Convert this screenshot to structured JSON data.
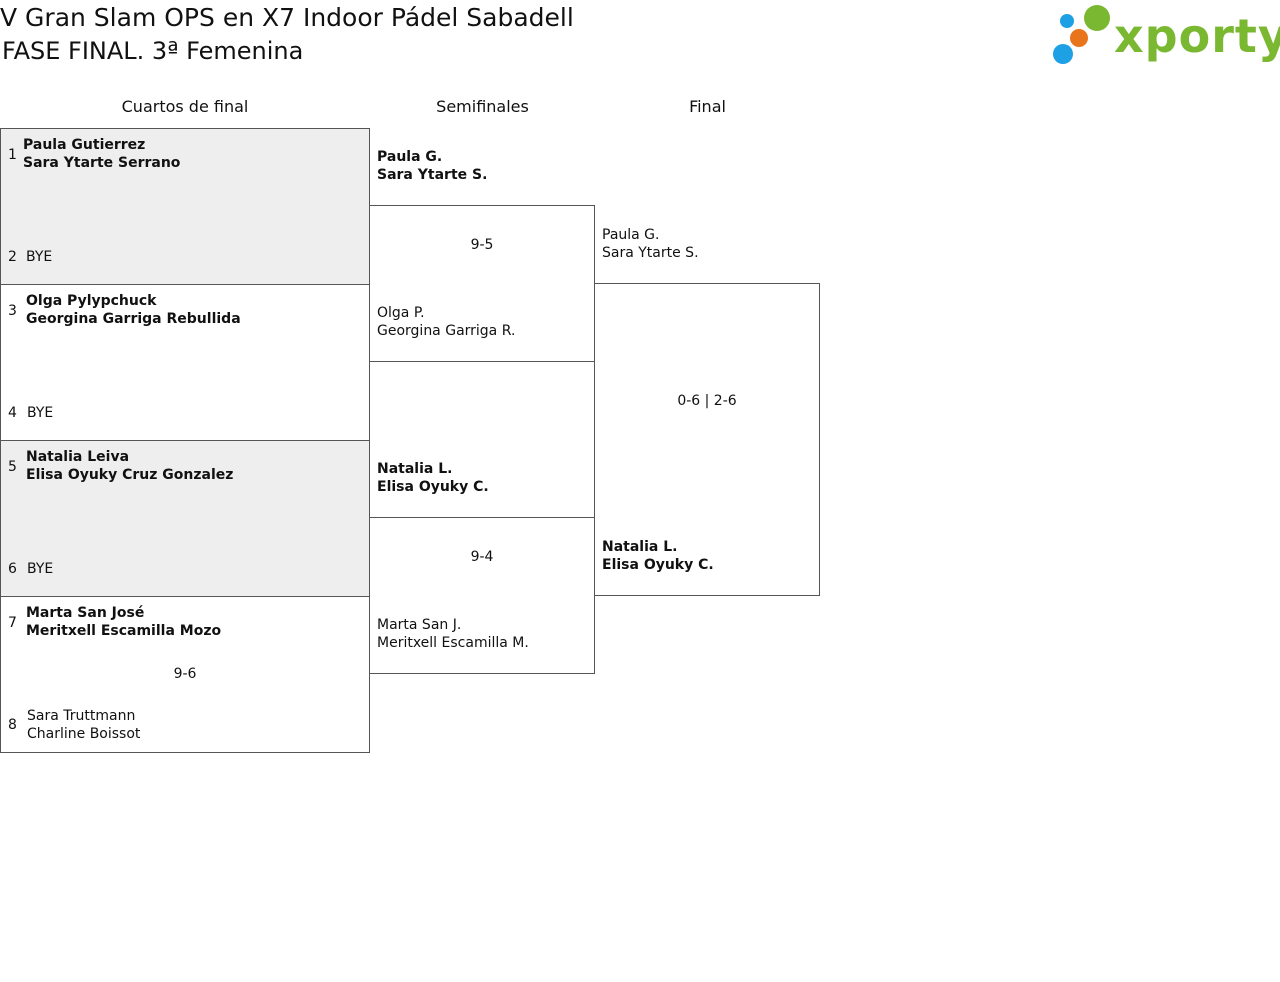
{
  "header": {
    "title": "V Gran Slam OPS en X7 Indoor Pádel Sabadell",
    "subtitle": "FASE FINAL. 3ª Femenina"
  },
  "logo": {
    "text": "xporty",
    "color": "#7ab832",
    "dot_colors": [
      "#1ea0e4",
      "#7ab832",
      "#e8741c",
      "#1ea0e4"
    ]
  },
  "rounds": {
    "quarterfinals": "Cuartos de final",
    "semifinals": "Semifinales",
    "final": "Final"
  },
  "quarterfinals": [
    {
      "top": {
        "seed": "1",
        "p1": "Paula Gutierrez",
        "p2": "Sara Ytarte Serrano"
      },
      "bottom": {
        "seed": "2",
        "p1": "BYE",
        "p2": ""
      },
      "score": ""
    },
    {
      "top": {
        "seed": "3",
        "p1": "Olga Pylypchuck",
        "p2": "Georgina Garriga Rebullida"
      },
      "bottom": {
        "seed": "4",
        "p1": "BYE",
        "p2": ""
      },
      "score": ""
    },
    {
      "top": {
        "seed": "5",
        "p1": "Natalia Leiva",
        "p2": "Elisa Oyuky Cruz Gonzalez"
      },
      "bottom": {
        "seed": "6",
        "p1": "BYE",
        "p2": ""
      },
      "score": ""
    },
    {
      "top": {
        "seed": "7",
        "p1": "Marta San José",
        "p2": "Meritxell Escamilla Mozo"
      },
      "bottom": {
        "seed": "8",
        "p1": "Sara Truttmann",
        "p2": "Charline Boissot"
      },
      "score": "9-6"
    }
  ],
  "semifinals": [
    {
      "top": {
        "p1": "Paula G.",
        "p2": "Sara Ytarte S."
      },
      "bottom": {
        "p1": "Olga P.",
        "p2": "Georgina Garriga R."
      },
      "score": "9-5"
    },
    {
      "top": {
        "p1": "Natalia L.",
        "p2": "Elisa Oyuky C."
      },
      "bottom": {
        "p1": "Marta San J.",
        "p2": "Meritxell Escamilla M."
      },
      "score": "9-4"
    }
  ],
  "final": {
    "top": {
      "p1": "Paula G.",
      "p2": "Sara Ytarte S."
    },
    "bottom": {
      "p1": "Natalia L.",
      "p2": "Elisa Oyuky C."
    },
    "score": "0-6 | 2-6"
  }
}
